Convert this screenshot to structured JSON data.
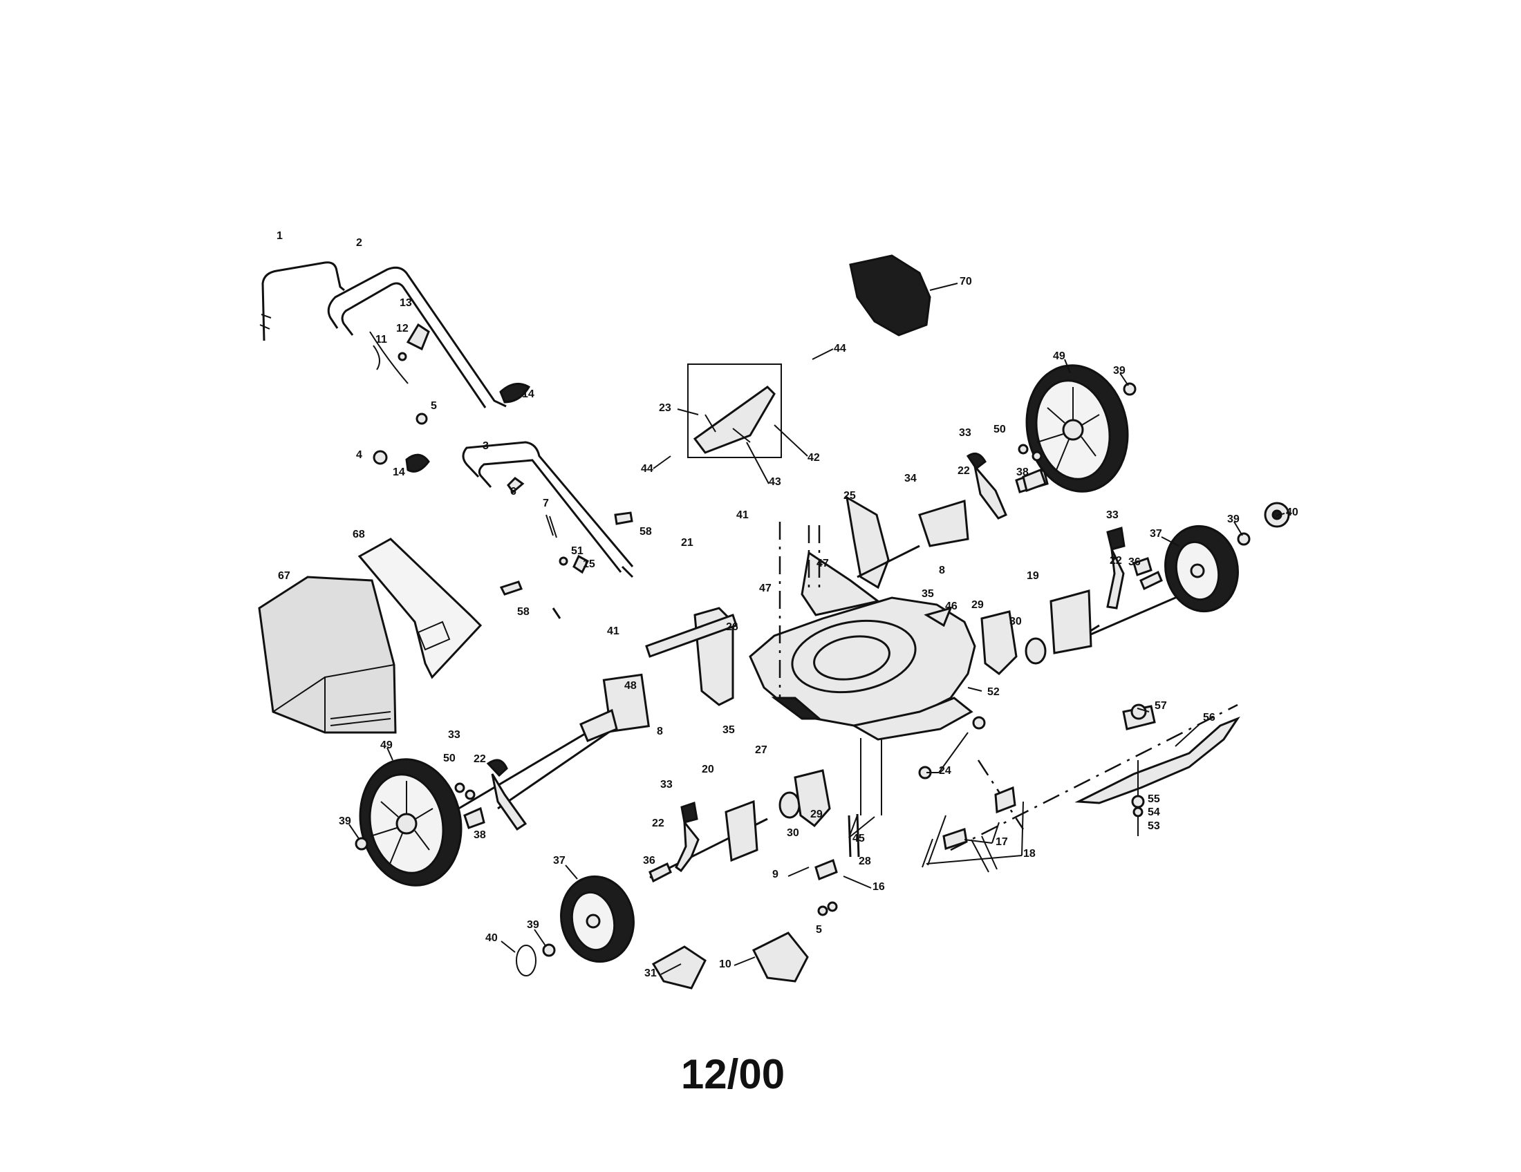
{
  "diagram": {
    "date_code": "12/00",
    "parts": [
      {
        "id": "p1",
        "label": "1"
      },
      {
        "id": "p2",
        "label": "2"
      },
      {
        "id": "p3",
        "label": "3"
      },
      {
        "id": "p4",
        "label": "4"
      },
      {
        "id": "p5a",
        "label": "5"
      },
      {
        "id": "p5b",
        "label": "5"
      },
      {
        "id": "p6",
        "label": "6"
      },
      {
        "id": "p7",
        "label": "7"
      },
      {
        "id": "p8a",
        "label": "8"
      },
      {
        "id": "p8b",
        "label": "8"
      },
      {
        "id": "p9",
        "label": "9"
      },
      {
        "id": "p10",
        "label": "10"
      },
      {
        "id": "p11",
        "label": "11"
      },
      {
        "id": "p12",
        "label": "12"
      },
      {
        "id": "p13",
        "label": "13"
      },
      {
        "id": "p14a",
        "label": "14"
      },
      {
        "id": "p14b",
        "label": "14"
      },
      {
        "id": "p15",
        "label": "15"
      },
      {
        "id": "p16",
        "label": "16"
      },
      {
        "id": "p17",
        "label": "17"
      },
      {
        "id": "p18",
        "label": "18"
      },
      {
        "id": "p19",
        "label": "19"
      },
      {
        "id": "p20",
        "label": "20"
      },
      {
        "id": "p21",
        "label": "21"
      },
      {
        "id": "p22a",
        "label": "22"
      },
      {
        "id": "p22b",
        "label": "22"
      },
      {
        "id": "p22c",
        "label": "22"
      },
      {
        "id": "p22d",
        "label": "22"
      },
      {
        "id": "p23",
        "label": "23"
      },
      {
        "id": "p24",
        "label": "24"
      },
      {
        "id": "p25",
        "label": "25"
      },
      {
        "id": "p26",
        "label": "26"
      },
      {
        "id": "p27",
        "label": "27"
      },
      {
        "id": "p28",
        "label": "28"
      },
      {
        "id": "p29a",
        "label": "29"
      },
      {
        "id": "p29b",
        "label": "29"
      },
      {
        "id": "p30a",
        "label": "30"
      },
      {
        "id": "p30b",
        "label": "30"
      },
      {
        "id": "p31",
        "label": "31"
      },
      {
        "id": "p33a",
        "label": "33"
      },
      {
        "id": "p33b",
        "label": "33"
      },
      {
        "id": "p33c",
        "label": "33"
      },
      {
        "id": "p33d",
        "label": "33"
      },
      {
        "id": "p34",
        "label": "34"
      },
      {
        "id": "p35a",
        "label": "35"
      },
      {
        "id": "p35b",
        "label": "35"
      },
      {
        "id": "p36a",
        "label": "36"
      },
      {
        "id": "p36b",
        "label": "36"
      },
      {
        "id": "p37a",
        "label": "37"
      },
      {
        "id": "p37b",
        "label": "37"
      },
      {
        "id": "p38a",
        "label": "38"
      },
      {
        "id": "p38b",
        "label": "38"
      },
      {
        "id": "p39a",
        "label": "39"
      },
      {
        "id": "p39b",
        "label": "39"
      },
      {
        "id": "p39c",
        "label": "39"
      },
      {
        "id": "p39d",
        "label": "39"
      },
      {
        "id": "p40a",
        "label": "40"
      },
      {
        "id": "p40b",
        "label": "40"
      },
      {
        "id": "p41a",
        "label": "41"
      },
      {
        "id": "p41b",
        "label": "41"
      },
      {
        "id": "p42",
        "label": "42"
      },
      {
        "id": "p43",
        "label": "43"
      },
      {
        "id": "p44a",
        "label": "44"
      },
      {
        "id": "p44b",
        "label": "44"
      },
      {
        "id": "p45",
        "label": "45"
      },
      {
        "id": "p46",
        "label": "46"
      },
      {
        "id": "p47a",
        "label": "47"
      },
      {
        "id": "p47b",
        "label": "47"
      },
      {
        "id": "p48",
        "label": "48"
      },
      {
        "id": "p49a",
        "label": "49"
      },
      {
        "id": "p49b",
        "label": "49"
      },
      {
        "id": "p50a",
        "label": "50"
      },
      {
        "id": "p50b",
        "label": "50"
      },
      {
        "id": "p51",
        "label": "51"
      },
      {
        "id": "p52",
        "label": "52"
      },
      {
        "id": "p53",
        "label": "53"
      },
      {
        "id": "p54",
        "label": "54"
      },
      {
        "id": "p55",
        "label": "55"
      },
      {
        "id": "p56",
        "label": "56"
      },
      {
        "id": "p57",
        "label": "57"
      },
      {
        "id": "p58a",
        "label": "58"
      },
      {
        "id": "p58b",
        "label": "58"
      },
      {
        "id": "p67",
        "label": "67"
      },
      {
        "id": "p68",
        "label": "68"
      },
      {
        "id": "p70",
        "label": "70"
      }
    ]
  }
}
